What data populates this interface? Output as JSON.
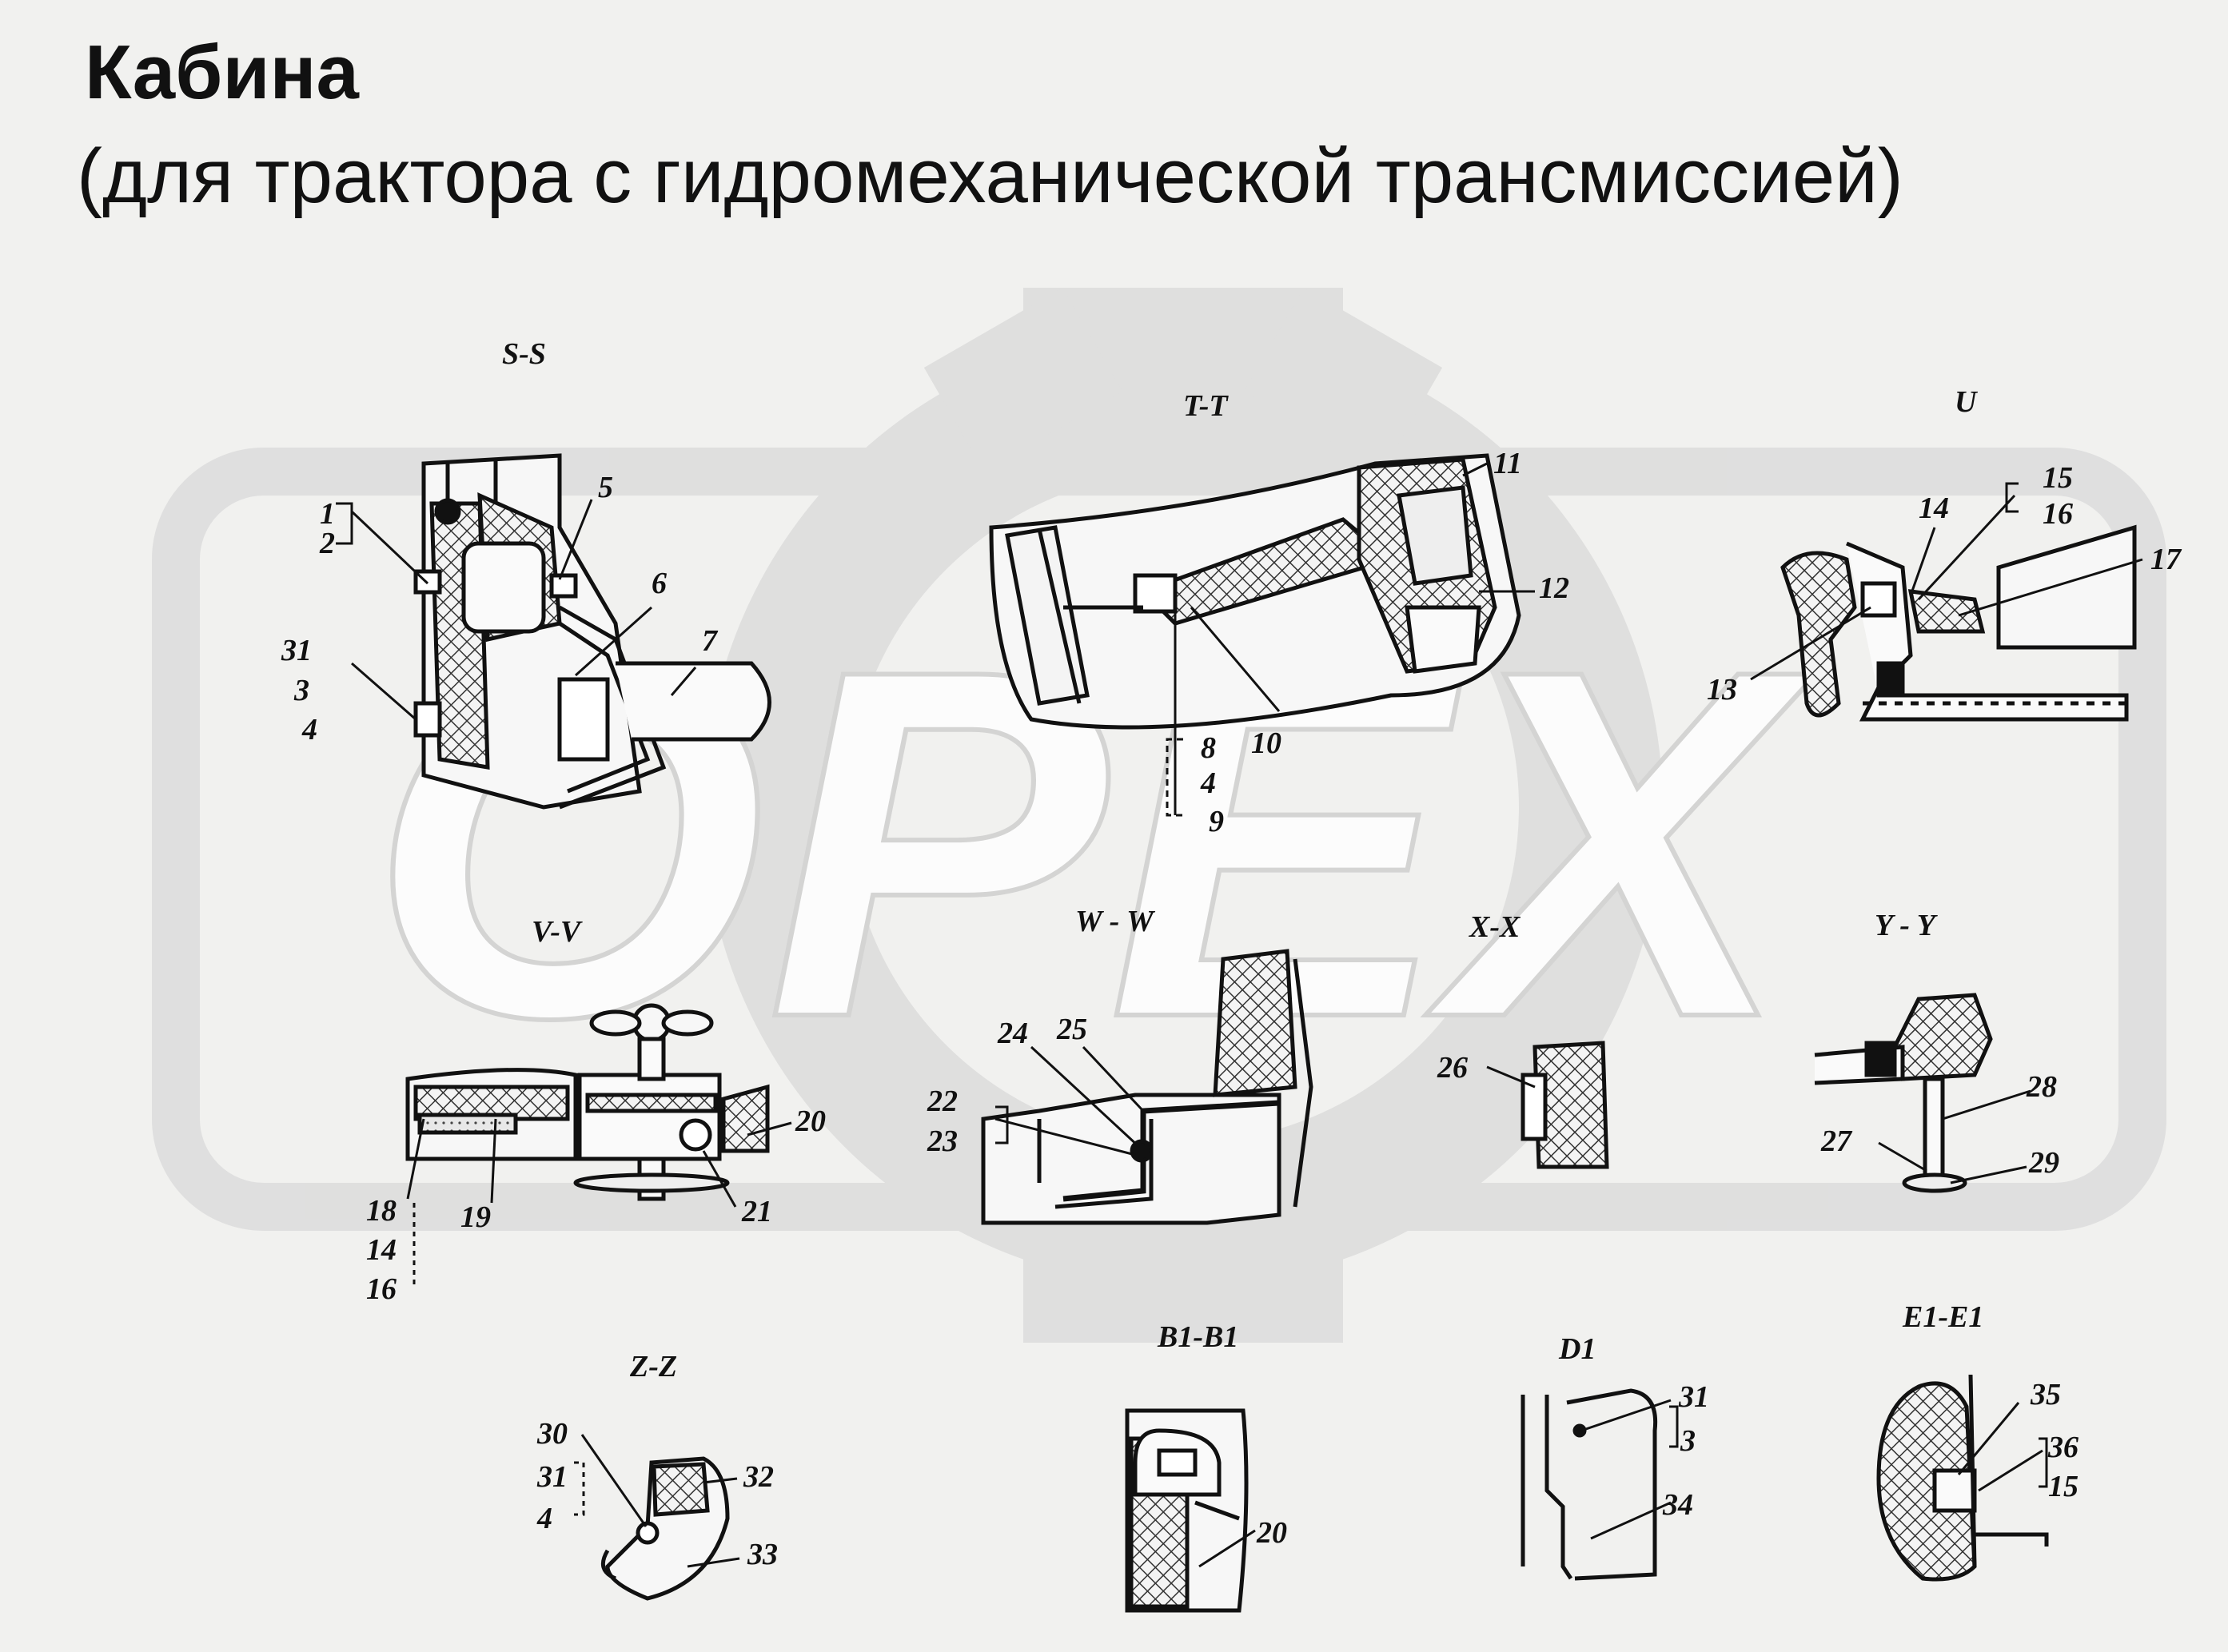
{
  "title": "Кабина",
  "subtitle": "(для трактора с гидромеханической трансмиссией)",
  "watermark": {
    "text": "OPEX",
    "color": "#dcdcdc"
  },
  "sections": {
    "s": "S-S",
    "t": "T-T",
    "u": "U",
    "v": "V-V",
    "w": "W - W",
    "x": "X-X",
    "y": "Y - Y",
    "z": "Z-Z",
    "b1": "B1-B1",
    "d1": "D1",
    "e1": "E1-E1"
  },
  "callouts": {
    "c1": "1",
    "c2": "2",
    "c3": "3",
    "c4": "4",
    "c5": "5",
    "c6": "6",
    "c7": "7",
    "c8": "8",
    "c9": "9",
    "c10": "10",
    "c11": "11",
    "c12": "12",
    "c13": "13",
    "c14": "14",
    "c15": "15",
    "c16": "16",
    "c17": "17",
    "c18": "18",
    "c19": "19",
    "c20": "20",
    "c21": "21",
    "c22": "22",
    "c23": "23",
    "c24": "24",
    "c25": "25",
    "c26": "26",
    "c27": "27",
    "c28": "28",
    "c29": "29",
    "c30": "30",
    "c31": "31",
    "c32": "32",
    "c33": "33",
    "c34": "34",
    "c35": "35",
    "c36": "36"
  },
  "colors": {
    "ink": "#111111",
    "hatch": "#333333",
    "background": "#f1f1ef"
  }
}
